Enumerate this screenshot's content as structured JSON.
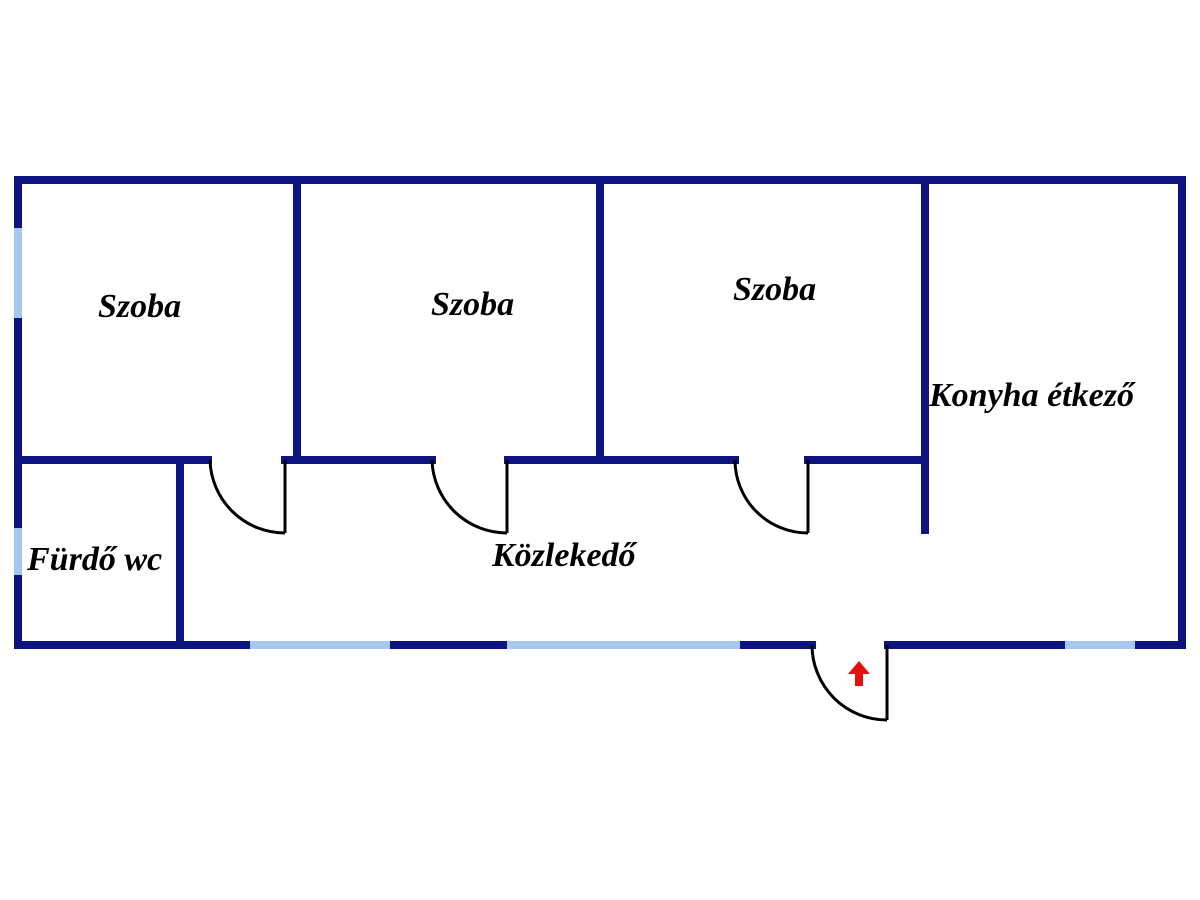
{
  "colors": {
    "wall": "#0d1480",
    "window": "#a6c8ee",
    "door": "#000000",
    "entrance_arrow": "#e31010",
    "background": "#ffffff"
  },
  "rooms": {
    "szoba_1": "Szoba",
    "szoba_2": "Szoba",
    "szoba_3": "Szoba",
    "konyha": "Konyha étkező",
    "furdo": "Fürdő wc",
    "kozlekedo": "Közlekedő"
  },
  "icons": {
    "entrance": "up-arrow-icon"
  }
}
